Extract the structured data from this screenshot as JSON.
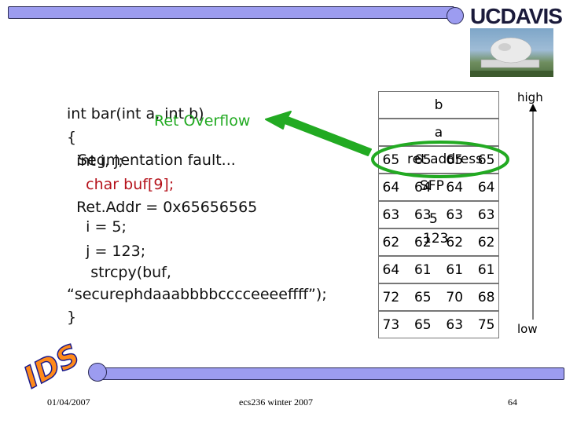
{
  "logo": {
    "text": "UCDAVIS"
  },
  "ids_logo": {
    "text": "IDS"
  },
  "code": {
    "line1": "int bar(int a, int b)",
    "line2": "{",
    "line3": "  int i, j;",
    "line4": "    char buf[9];",
    "line5": "  Ret.Addr = 0x65656565",
    "line6": "    i = 5;",
    "line7": "    j = 123;",
    "line8": "     strcpy(buf,",
    "line9": "“securephdaaabbbbcccceeeeffff”);",
    "line10": "}",
    "overlay_ret_overflow": "Ret Overflow",
    "overlay_segfault": "Segmentation fault..."
  },
  "stack": {
    "high_label": "high",
    "low_label": "low",
    "cells": [
      {
        "label": "b"
      },
      {
        "label": "a"
      },
      {
        "bytes": "65  65  65  65",
        "overlay": "ret address"
      },
      {
        "bytes": "64  64  64  64",
        "overlay": "SFP"
      },
      {
        "bytes": "63  63  63  63",
        "overlay": "5"
      },
      {
        "bytes": "62  62  62  62",
        "overlay": "123"
      },
      {
        "bytes": "64  61  61  61"
      },
      {
        "bytes": "72  65  70  68"
      },
      {
        "bytes": "73  65  63  75"
      }
    ]
  },
  "colors": {
    "accent_bar": "#9c9cf0",
    "code_red": "#b5121b",
    "highlight_green": "#22aa22",
    "ids_orange": "#ff8a1a",
    "ids_blue": "#1a1a8c"
  },
  "footer": {
    "date": "01/04/2007",
    "course": "ecs236 winter 2007",
    "page": "64"
  }
}
